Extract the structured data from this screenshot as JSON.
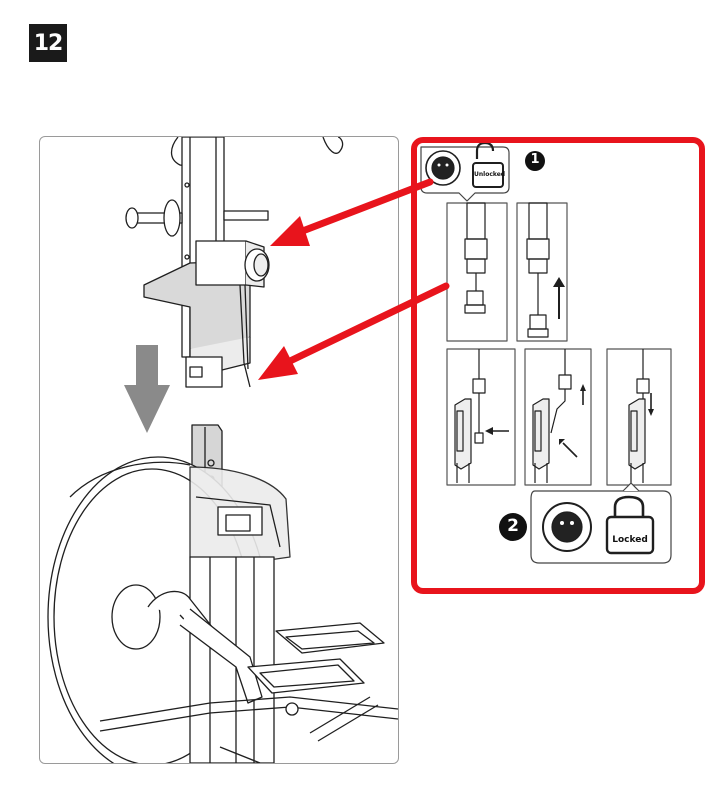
{
  "step": {
    "number": "12"
  },
  "inset": {
    "marker_1": "1",
    "marker_2": "2",
    "unlocked_label": "Unlocked",
    "locked_label": "Locked"
  },
  "colors": {
    "highlight": "#e8141c",
    "arrow": "#e8141c",
    "down_arrow": "#8a8a8a",
    "line_art": "#1f1f1f"
  },
  "icons": [
    "knob-icon",
    "padlock-unlocked-icon",
    "padlock-locked-icon",
    "arrow-up-icon",
    "arrow-down-icon",
    "arrow-left-icon"
  ]
}
